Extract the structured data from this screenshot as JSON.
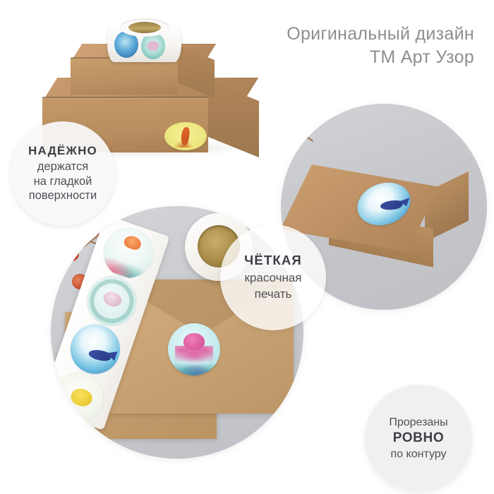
{
  "headline": {
    "line1": "Оригинальный дизайн",
    "line2": "ТМ Арт Узор",
    "color": "#8d8e92"
  },
  "badges": [
    {
      "id": "reliable",
      "emphasis": "НАДЁЖНО",
      "line1": "держатся",
      "line2": "на гладкой",
      "line3": "поверхности"
    },
    {
      "id": "print-quality",
      "emphasis": "ЧЁТКАЯ",
      "line1": "красочная",
      "line2": "печать"
    },
    {
      "id": "cut-precision",
      "pre": "Прорезаны",
      "emphasis": "РОВНО",
      "post": "по контуру"
    }
  ],
  "photos": {
    "top_left": {
      "name": "stacked-kraft-boxes-with-sticker-roll",
      "items": [
        "sticker-roll",
        "small-kraft-box",
        "large-kraft-box",
        "seahorse-sticker"
      ]
    },
    "top_right": {
      "name": "kraft-box-with-whale-sticker",
      "items": [
        "dried-flowers",
        "kraft-box",
        "whale-sticker"
      ]
    },
    "bottom_left": {
      "name": "sticker-roll-on-kraft-envelopes",
      "items": [
        "dried-flowers",
        "kraft-envelopes",
        "sticker-strip",
        "sticker-roll",
        "octopus-sticker"
      ]
    }
  },
  "stickers": {
    "strip": [
      "jellyfish",
      "fish-wreath",
      "whale",
      "yellow-fish",
      "seahorse"
    ],
    "on_envelope": "octopus",
    "on_box_front": "seahorse",
    "on_box_top": "whale"
  },
  "colors": {
    "background": "#ffffff",
    "kraft": "#c29a69",
    "photo_backdrop": "#c8c9cd",
    "text_dark": "#3f4046",
    "text_body": "#4f5056"
  }
}
